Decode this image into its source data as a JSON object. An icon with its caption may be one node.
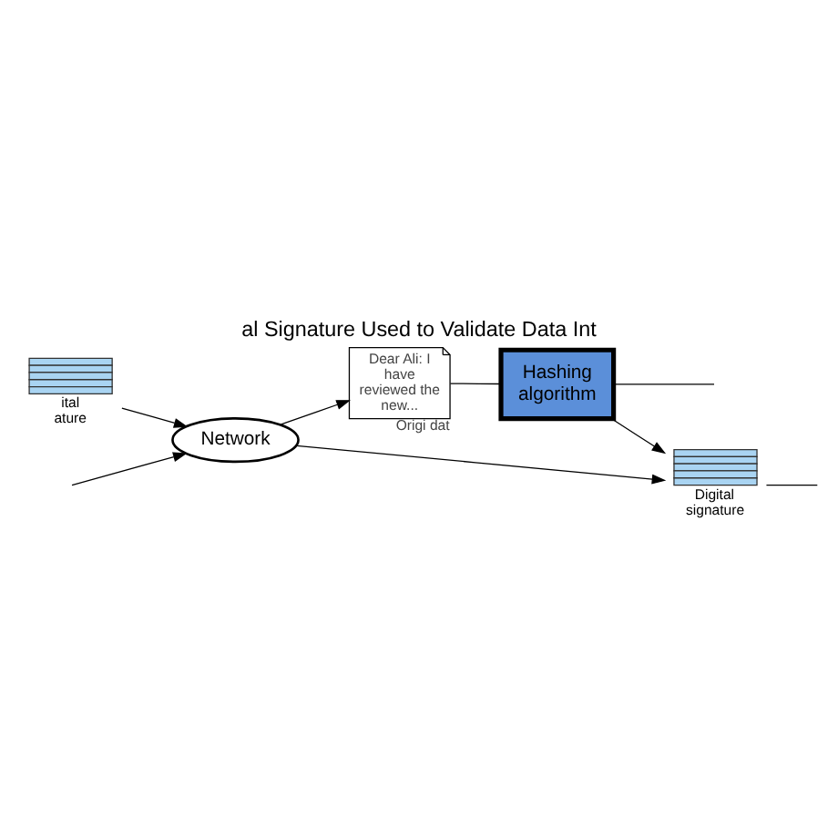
{
  "diagram": {
    "title": "al Signature Used to Validate Data Int",
    "nodes": [
      {
        "text": [
          "ital ature"
        ]
      },
      {
        "text": [
          "Network"
        ]
      },
      {
        "text": [
          "Dear Ali: I have reviewed the new..."
        ],
        "beside": [
          "Origi dat"
        ]
      },
      {
        "text": [
          "Hashing algorithm"
        ]
      },
      {
        "text": [
          "Digital signature"
        ]
      }
    ],
    "edges": [
      {
        "from": null,
        "to": 1,
        "arrow": "to"
      },
      {
        "from": 0,
        "to": 1,
        "arrow": "to"
      },
      {
        "from": 1,
        "to": 2,
        "arrow": "to"
      },
      {
        "from": 1,
        "to": 4,
        "arrow": "to"
      },
      {
        "from": 2,
        "to": 3,
        "arrow": "none"
      },
      {
        "from": 3,
        "to": 4,
        "arrow": "to"
      },
      {
        "from": 3,
        "to": null,
        "arrow": "none"
      },
      {
        "from": 4,
        "to": null,
        "arrow": "none"
      }
    ]
  }
}
